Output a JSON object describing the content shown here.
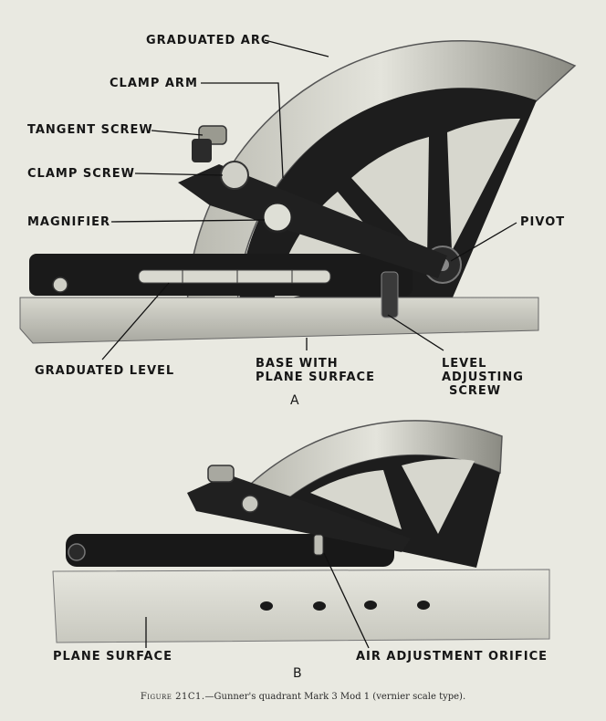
{
  "panel_a": {
    "letter": "A",
    "labels": {
      "graduated_arc": "GRADUATED ARC",
      "clamp_arm": "CLAMP ARM",
      "tangent_screw": "TANGENT SCREW",
      "clamp_screw": "CLAMP SCREW",
      "magnifier": "MAGNIFIER",
      "pivot": "PIVOT",
      "graduated_level": "GRADUATED LEVEL",
      "base_line1": "BASE WITH",
      "base_line2": "PLANE SURFACE",
      "level_adj_line1": "LEVEL",
      "level_adj_line2": "ADJUSTING",
      "level_adj_line3": "SCREW"
    }
  },
  "panel_b": {
    "letter": "B",
    "labels": {
      "plane_surface": "PLANE SURFACE",
      "air_adjustment_orifice": "AIR ADJUSTMENT ORIFICE"
    }
  },
  "caption": {
    "figure": "Figure 21C1.",
    "text": "—Gunner's quadrant Mark 3 Mod 1 (vernier scale type)."
  },
  "colors": {
    "background": "#e9e9e1",
    "photo_light": "#dcdcd3",
    "metal_dark": "#1c1c1c",
    "metal_light": "#cfcfc6"
  }
}
